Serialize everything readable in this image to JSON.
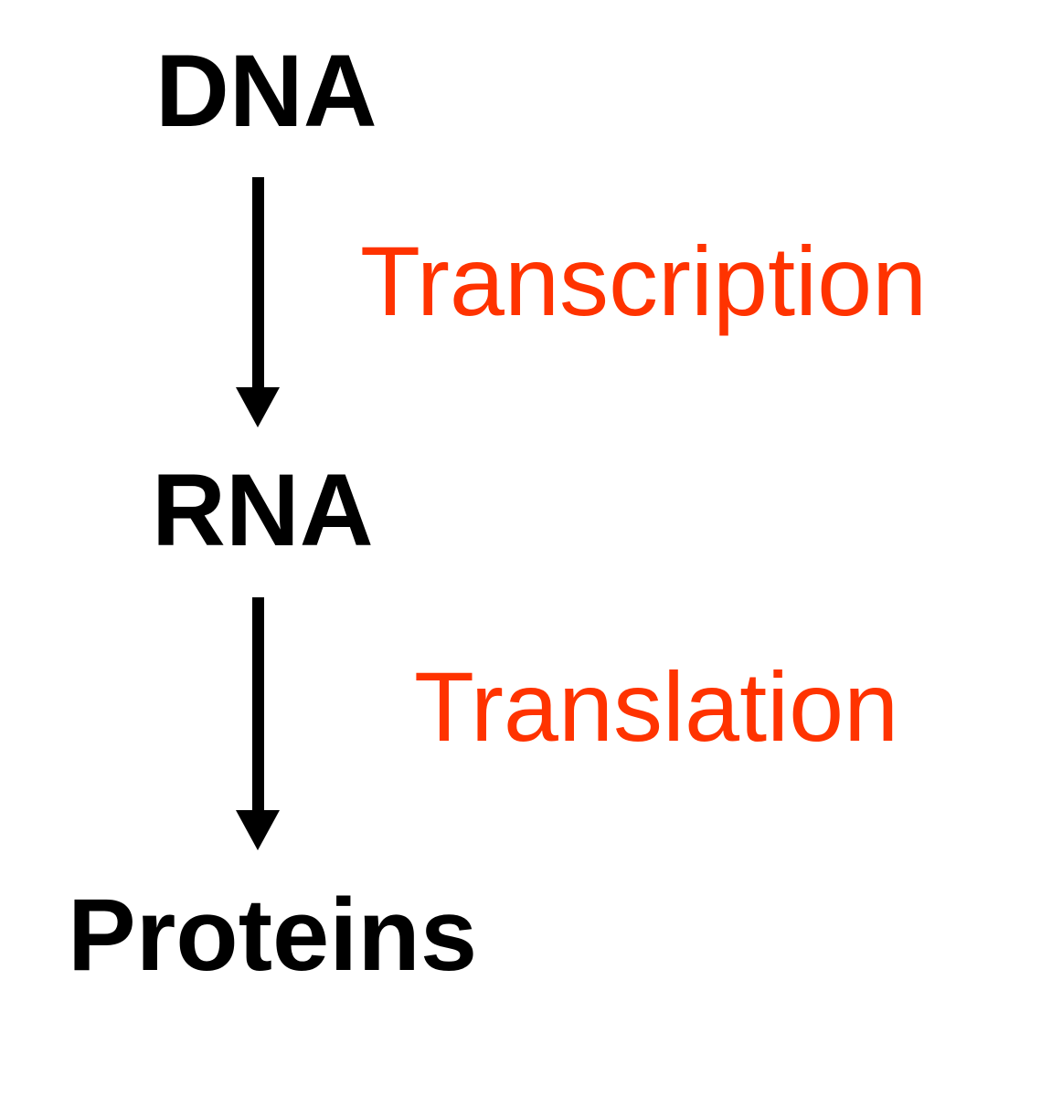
{
  "diagram": {
    "background_color": "#ffffff",
    "nodes": [
      {
        "id": "dna",
        "label": "DNA",
        "text_color": "#000000"
      },
      {
        "id": "rna",
        "label": "RNA",
        "text_color": "#000000"
      },
      {
        "id": "proteins",
        "label": "Proteins",
        "text_color": "#000000"
      }
    ],
    "processes": [
      {
        "id": "transcription",
        "label": "Transcription",
        "from": "DNA",
        "to": "RNA",
        "text_color": "#ff3300"
      },
      {
        "id": "translation",
        "label": "Translation",
        "from": "RNA",
        "to": "Proteins",
        "text_color": "#ff3300"
      }
    ],
    "arrows": [
      {
        "id": "arrow-dna-to-rna",
        "direction": "down",
        "color": "#000000"
      },
      {
        "id": "arrow-rna-to-proteins",
        "direction": "down",
        "color": "#000000"
      }
    ]
  }
}
